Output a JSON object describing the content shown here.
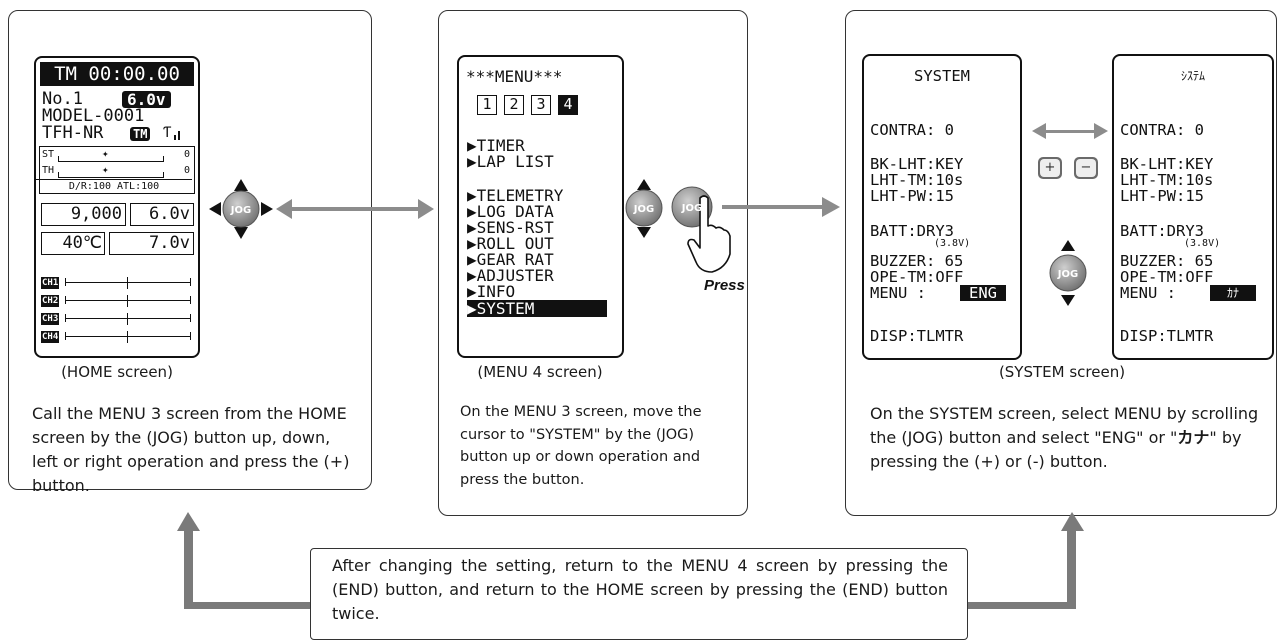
{
  "home_screen": {
    "timer": "TM 00:00.00",
    "model_no": "No.1",
    "battery": "6.0v",
    "model_name": "MODEL-0001",
    "system": "TFH-NR",
    "tm_badge": "TM",
    "st_label": "ST",
    "th_label": "TH",
    "trim_value": "0",
    "dr_atl": "D/R:100 ATL:100",
    "telemetry_rpm": "9,000",
    "telemetry_volt1": "6.0v",
    "telemetry_temp": "40℃",
    "telemetry_volt2": "7.0v",
    "channels": [
      "CH1",
      "CH2",
      "CH3",
      "CH4"
    ],
    "caption": "(HOME screen)",
    "description": "Call the MENU 3 screen from the HOME screen by the (JOG) button up, down, left or right operation and press the (+) button."
  },
  "menu_screen": {
    "title": "***MENU***",
    "pages": [
      "1",
      "2",
      "3",
      "4"
    ],
    "items_group1": [
      "▶TIMER",
      "▶LAP LIST"
    ],
    "items_group2": [
      "▶TELEMETRY",
      "▶LOG DATA",
      "▶SENS-RST",
      "▶ROLL OUT",
      "▶GEAR RAT",
      "▶ADJUSTER",
      "▶INFO"
    ],
    "selected_item": "▶SYSTEM",
    "caption": "(MENU 4 screen)",
    "description": "On the MENU 3 screen, move the cursor to \"SYSTEM\" by the (JOG) button up or down operation and press the button.",
    "press_label": "Press"
  },
  "system_screen_eng": {
    "title": "SYSTEM",
    "contra": "CONTRA:  0",
    "bk_lht": "BK-LHT:KEY",
    "lht_tm": "LHT-TM:10s",
    "lht_pw": "LHT-PW:15",
    "batt": "BATT:DRY3",
    "batt_v": "(3.8V)",
    "buzzer": "BUZZER: 65",
    "ope_tm": "OPE-TM:OFF",
    "menu_label": "MENU  :",
    "menu_value": "ENG",
    "disp": "DISP:TLMTR"
  },
  "system_screen_kana": {
    "title": "ｼｽﾃﾑ",
    "contra": "CONTRA:  0",
    "bk_lht": "BK-LHT:KEY",
    "lht_tm": "LHT-TM:10s",
    "lht_pw": "LHT-PW:15",
    "batt": "BATT:DRY3",
    "batt_v": "(3.8V)",
    "buzzer": "BUZZER: 65",
    "ope_tm": "OPE-TM:OFF",
    "menu_label": "MENU  :",
    "menu_value": "ｶﾅ",
    "disp": "DISP:TLMTR"
  },
  "system_panel": {
    "caption": "(SYSTEM screen)",
    "description_part1": "On the SYSTEM screen, select MENU by scrolling the (JOG) button and select \"ENG\" or \"",
    "kana_bold": "カナ",
    "description_part2": "\" by pressing the (+) or (-) button.",
    "plus_label": "+",
    "minus_label": "−"
  },
  "jog_label": "JOG",
  "bottom_note": "After changing the setting, return to the MENU 4 screen by pressing the (END) button, and return to the HOME screen by pressing the (END) button twice.",
  "colors": {
    "arrow_gray": "#8c8c8c",
    "frame": "#333333",
    "jog_gray": "#7d7d7d"
  }
}
